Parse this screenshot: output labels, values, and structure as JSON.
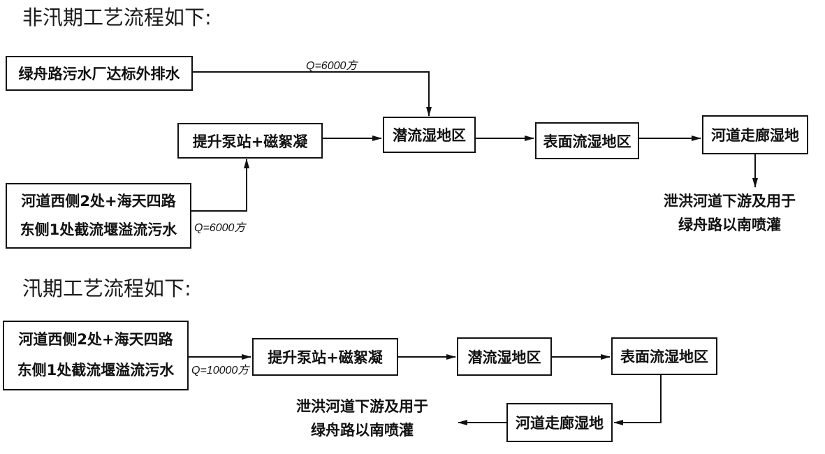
{
  "non_flood": {
    "heading": "非汛期工艺流程如下:",
    "box_source": "绿舟路污水厂达标外排水",
    "box_interception": [
      "河道西侧2处+海天四路",
      "东侧1处截流堰溢流污水"
    ],
    "box_pump": "提升泵站+磁絮凝",
    "box_subsurface": "潜流湿地区",
    "box_surface": "表面流湿地区",
    "box_corridor": "河道走廊湿地",
    "flow_label_top": "Q=6000方",
    "flow_label_bottom": "Q=6000方",
    "outlet": [
      "泄洪河道下游及用于",
      "绿舟路以南喷灌"
    ]
  },
  "flood": {
    "heading": "汛期工艺流程如下:",
    "box_interception": [
      "河道西侧2处+海天四路",
      "东侧1处截流堰溢流污水"
    ],
    "box_pump": "提升泵站+磁絮凝",
    "box_subsurface": "潜流湿地区",
    "box_surface": "表面流湿地区",
    "box_corridor": "河道走廊湿地",
    "flow_label": "Q=10000方",
    "outlet": [
      "泄洪河道下游及用于",
      "绿舟路以南喷灌"
    ]
  }
}
